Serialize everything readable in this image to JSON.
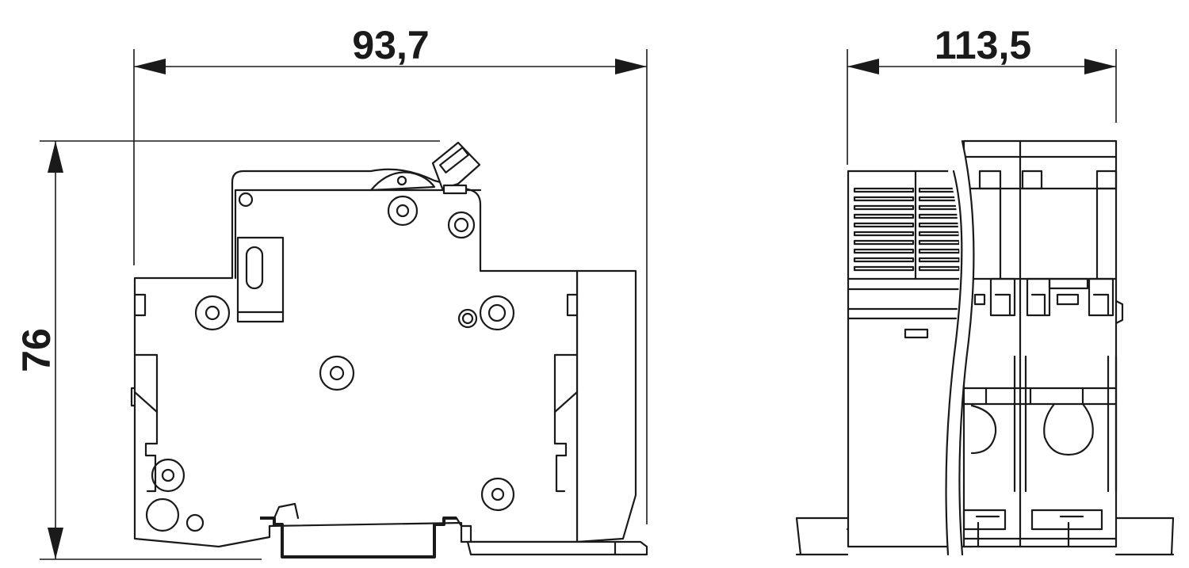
{
  "dimensions": {
    "width_left": "93,7",
    "height": "76",
    "width_right": "113,5"
  },
  "colors": {
    "line": "#1a1a1a",
    "background": "#ffffff"
  }
}
